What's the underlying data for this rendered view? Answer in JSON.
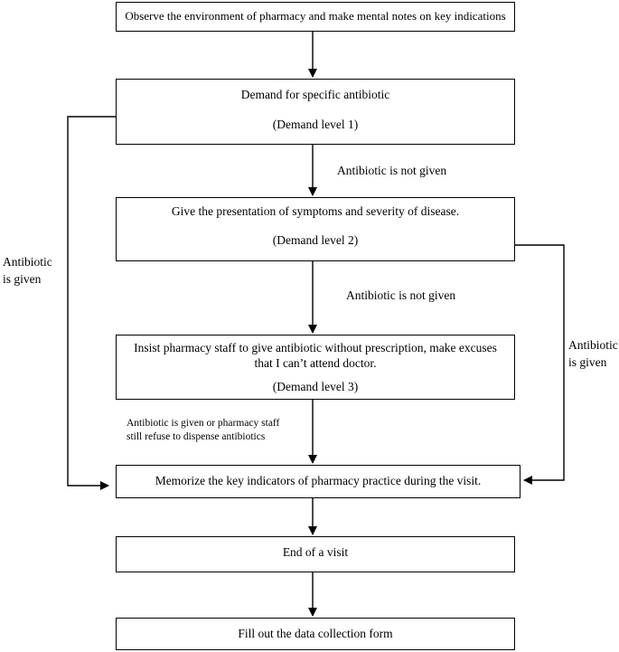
{
  "boxes": {
    "observe": {
      "text": "Observe the environment of pharmacy and make mental notes on key indications"
    },
    "demand1": {
      "text": "Demand for specific antibiotic",
      "level": "(Demand level 1)"
    },
    "demand2": {
      "text": "Give the presentation of symptoms and severity of disease.",
      "level": "(Demand level 2)"
    },
    "demand3": {
      "text_line1": "Insist pharmacy staff to give antibiotic without prescription, make excuses",
      "text_line2": "that I can’t attend doctor.",
      "level": "(Demand level 3)"
    },
    "memorize": {
      "text": "Memorize the key indicators of pharmacy practice during the visit."
    },
    "end": {
      "text": "End of a visit"
    },
    "fill": {
      "text": "Fill out the data collection form"
    }
  },
  "labels": {
    "not_given_1": "Antibiotic is not given",
    "not_given_2": "Antibiotic is not given",
    "left_given_line1": "Antibiotic",
    "left_given_line2": "is given",
    "right_given_line1": "Antibiotic",
    "right_given_line2": "is given",
    "given_or_refuse_line1": "Antibiotic is given or pharmacy staff",
    "given_or_refuse_line2": "still refuse to dispense antibiotics"
  }
}
